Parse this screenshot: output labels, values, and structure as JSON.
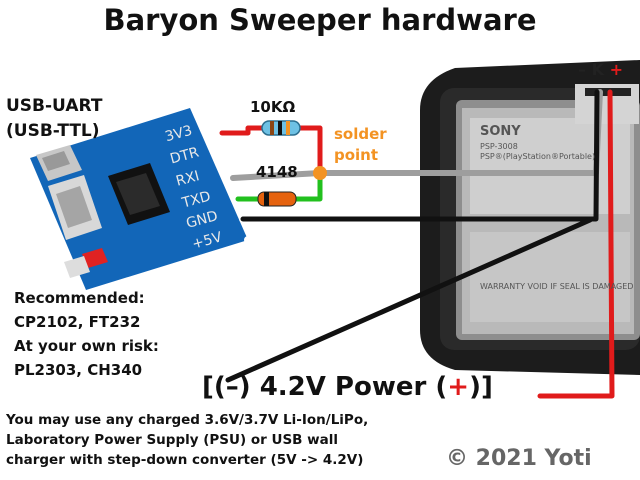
{
  "title": "Baryon Sweeper hardware",
  "usb_uart": {
    "line1": "USB-UART",
    "line2": "(USB-TTL)"
  },
  "board_pins": [
    "3V3",
    "DTR",
    "RXI",
    "TXD",
    "GND",
    "+5V"
  ],
  "resistor_label": "10KΩ",
  "diode_label": "4148",
  "solder_point": {
    "line1": "solder",
    "line2": "point"
  },
  "recommended": {
    "line1": "Recommended:",
    "line2": "CP2102, FT232",
    "line3": "At your own risk:",
    "line4": "PL2303, CH340"
  },
  "power": {
    "open": "[(",
    "minus": "–",
    "mid": ") 4.2V Power (",
    "plus": "+",
    "close": ")]"
  },
  "note": {
    "line1": "You may use any charged 3.6V/3.7V Li-Ion/LiPo,",
    "line2": "Laboratory Power Supply (PSU) or USB wall",
    "line3": "charger with step-down converter (5V -> 4.2V)"
  },
  "copyright": "© 2021 Yoti",
  "psp_pins": {
    "minus": "–",
    "k": "K",
    "plus": "+"
  },
  "psp_label": {
    "brand": "SONY",
    "model": "PSP-3008",
    "product": "PSP®(PlayStation®Portable)",
    "warning": "WARRANTY VOID IF SEAL IS DAMAGED"
  },
  "colors": {
    "red_wire": "#e01b1b",
    "green_wire": "#22c01e",
    "gray_wire": "#9e9e9e",
    "board": "#1266b8",
    "solder": "#f39323"
  }
}
